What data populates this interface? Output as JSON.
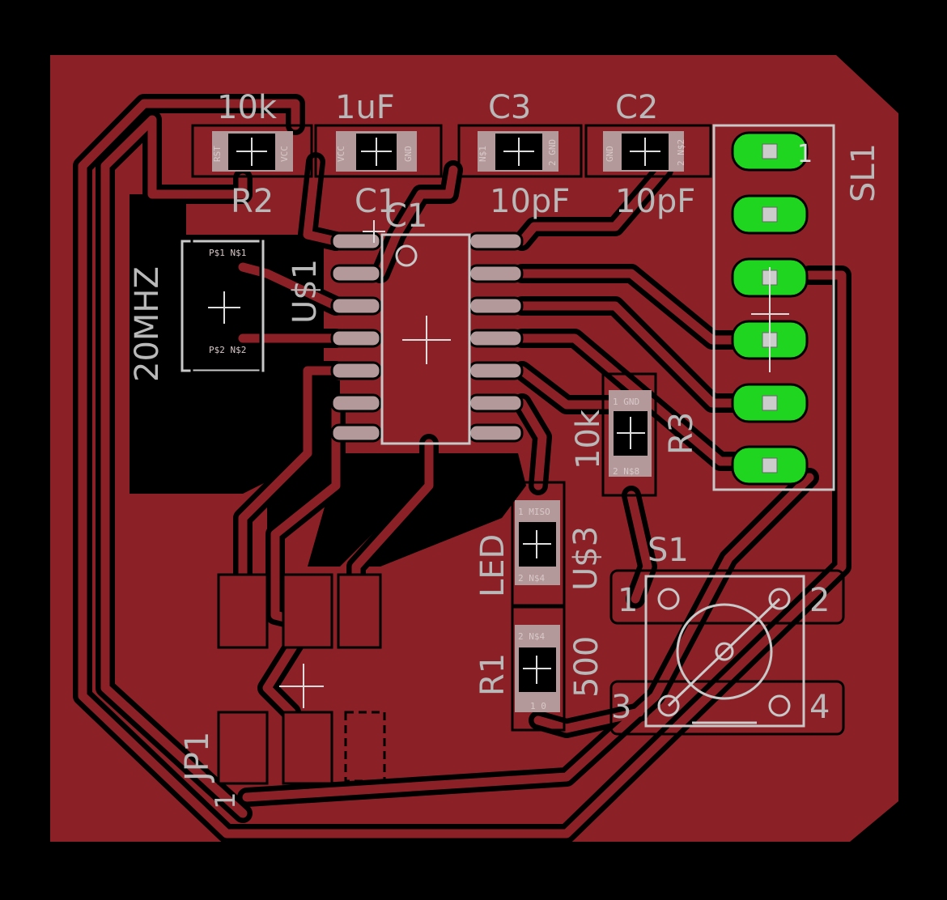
{
  "board": {
    "board_color": "#8b2126",
    "silk_color": "#b9b9b9",
    "pad_green": "#1fd51f",
    "background": "#000000"
  },
  "labels": {
    "r2_value": "10k",
    "c_1uf_value": "1uF",
    "c3_name": "C3",
    "c2_name": "C2",
    "r2_name": "R2",
    "c1_name": "C1",
    "c1_name_overlap": "C1",
    "c3_value": "10pF",
    "c2_value": "10pF",
    "sl1_name": "SL1",
    "sl1_pin1": "1",
    "crystal_value": "20MHZ",
    "u1_name": "U$1",
    "r3_value": "10k",
    "r3_name": "R3",
    "led_value": "LED",
    "u3_name": "U$3",
    "r1_name": "R1",
    "r1_value": "500",
    "s1_name": "S1",
    "s1_pin1": "1",
    "s1_pin2": "2",
    "s1_pin3": "3",
    "s1_pin4": "4",
    "jp1_name": "JP1",
    "jp1_pin1": "1"
  },
  "pad_labels": {
    "r2_left": "RST",
    "r2_right": "VCC",
    "c1uf_left": "VCC",
    "c1uf_right": "GND",
    "c3_left": "N$1",
    "c3_right": "2 GND",
    "c2_left": "GND",
    "c2_right": "2 N$2",
    "xtal_top": "P$1 N$1",
    "xtal_bottom": "P$2 N$2",
    "r3_top": "1 GND",
    "r3_bottom": "2 N$8",
    "led_top": "1 MISO",
    "led_bottom": "2 N$4",
    "r1_top": "2 N$4",
    "r1_bottom": "1 0"
  }
}
